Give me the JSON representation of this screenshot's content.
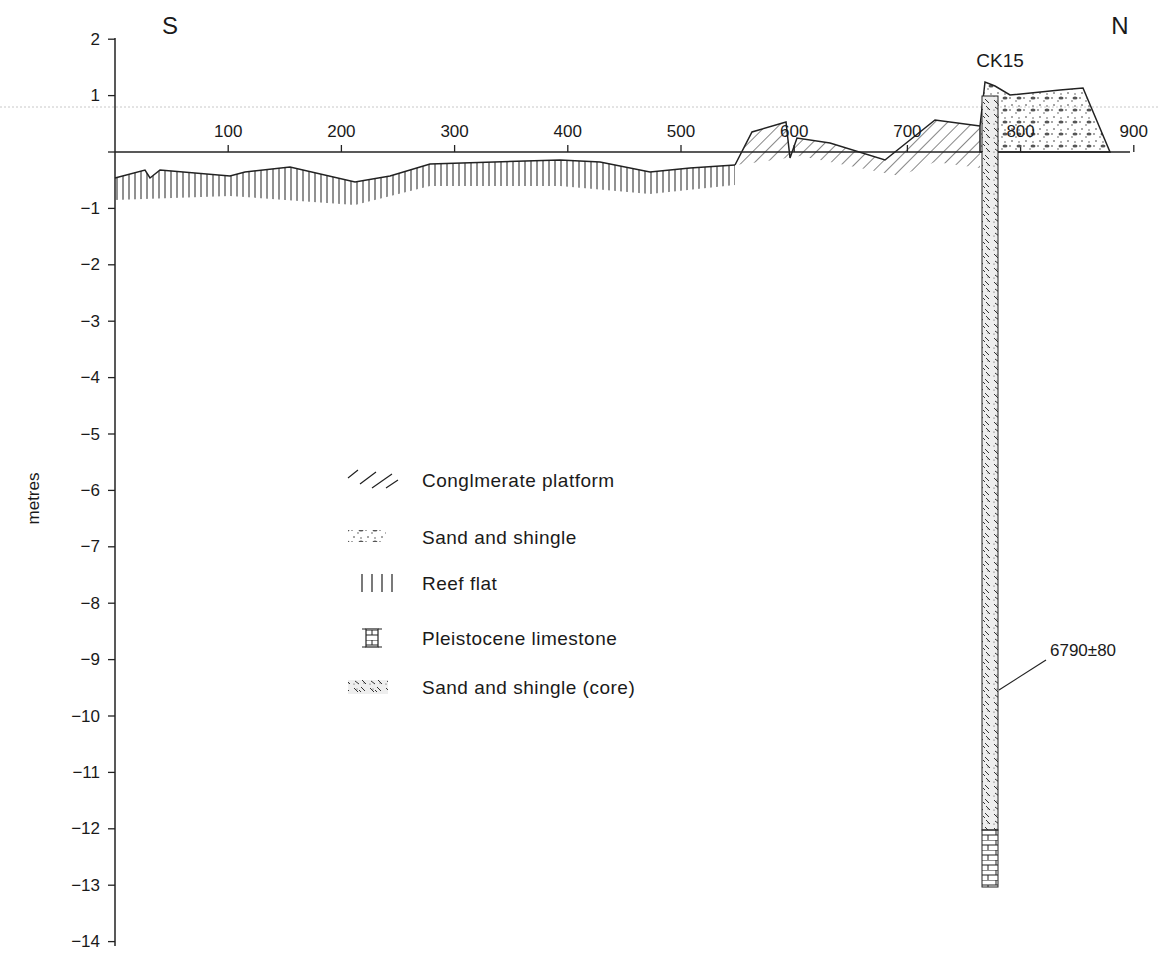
{
  "diagram": {
    "labels": [
      "S",
      "N",
      "CK15",
      "2",
      "1",
      "−1",
      "−2",
      "−3",
      "−4",
      "−5",
      "−6",
      "−7",
      "−8",
      "−9",
      "−10",
      "−11",
      "−12",
      "−13",
      "−14",
      "100",
      "200",
      "300",
      "400",
      "500",
      "600",
      "700",
      "800",
      "900",
      "metres",
      "6790±80"
    ],
    "legend": [
      {
        "text": "Conglmerate platform"
      },
      {
        "text": "Sand and shingle"
      },
      {
        "text": "Reef flat"
      },
      {
        "text": "Pleistocene limestone"
      },
      {
        "text": "Sand and shingle (core)"
      }
    ]
  }
}
